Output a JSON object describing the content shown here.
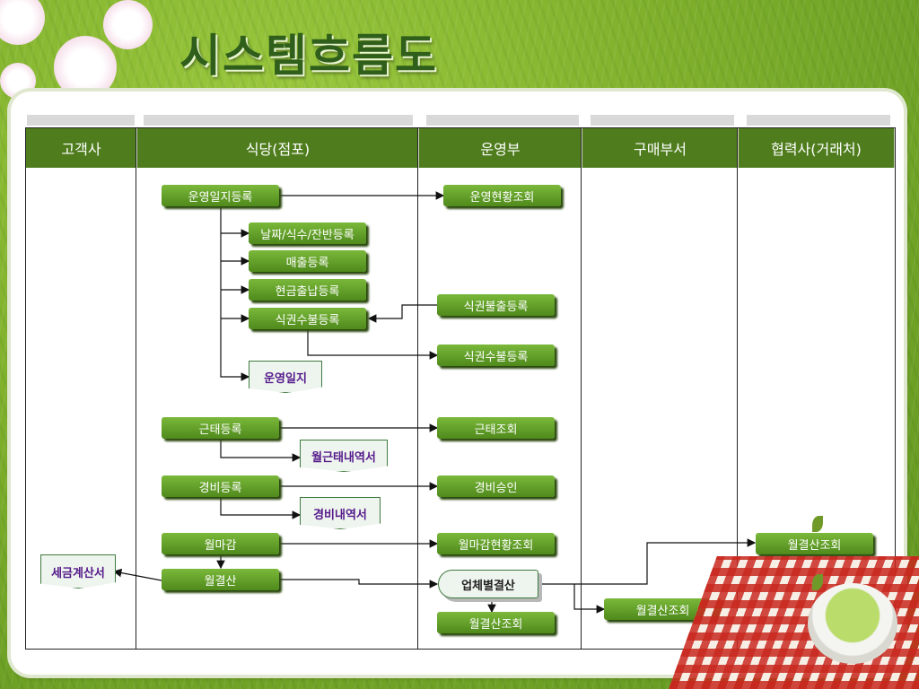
{
  "title": "시스템흐름도",
  "headers": [
    "고객사",
    "식당(점포)",
    "운영부",
    "구매부서",
    "협력사(거래처)"
  ],
  "store_boxes": {
    "op_journal_reg": "운영일지등록",
    "date_reg": "날짜/식수/잔반등록",
    "sales_reg": "매출등록",
    "cash_reg": "현금출납등록",
    "ticket_reg": "식권수불등록",
    "attend_reg": "근태등록",
    "expense_reg": "경비등록",
    "month_close": "월마감",
    "month_settle": "월결산"
  },
  "store_docs": {
    "op_journal": "운영일지",
    "attend_doc": "월근태내역서",
    "expense_doc": "경비내역서"
  },
  "ops_boxes": {
    "op_status": "운영현황조회",
    "ticket_issue": "식권불출등록",
    "ticket_reg2": "식권수불등록",
    "attend_view": "근태조회",
    "expense_approve": "경비승인",
    "close_status": "월마감현황조회",
    "vendor_settle": "업체별결산",
    "settle_view": "월결산조회"
  },
  "purchase_boxes": {
    "settle_view": "월결산조회"
  },
  "partner_boxes": {
    "settle_view": "월결산조회"
  },
  "client_docs": {
    "tax_invoice": "세금계산서"
  },
  "colors": {
    "header": "#4f7d1d",
    "box": "#5f9a25",
    "doc_text": "#551a8b"
  }
}
